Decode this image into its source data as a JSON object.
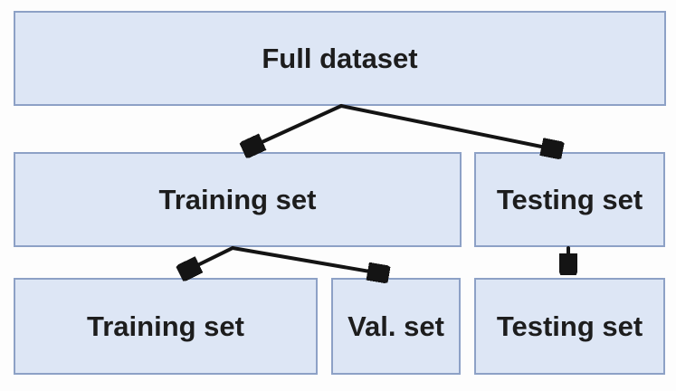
{
  "diagram": {
    "description": "Dataset split flow diagram",
    "colors": {
      "box_fill": "#dde6f5",
      "box_border": "#8da1c6",
      "arrow": "#141414",
      "text": "#1d1d1d",
      "background": "#fdfdfd"
    },
    "nodes": [
      {
        "id": "full-dataset",
        "label": "Full dataset"
      },
      {
        "id": "training-set-mid",
        "label": "Training set"
      },
      {
        "id": "testing-set-mid",
        "label": "Testing set"
      },
      {
        "id": "training-set-bottom",
        "label": "Training set"
      },
      {
        "id": "val-set-bottom",
        "label": "Val. set"
      },
      {
        "id": "testing-set-bottom",
        "label": "Testing set"
      }
    ],
    "edges": [
      {
        "from": "full-dataset",
        "to": "training-set-mid"
      },
      {
        "from": "full-dataset",
        "to": "testing-set-mid"
      },
      {
        "from": "training-set-mid",
        "to": "training-set-bottom"
      },
      {
        "from": "training-set-mid",
        "to": "val-set-bottom"
      },
      {
        "from": "testing-set-mid",
        "to": "testing-set-bottom"
      }
    ]
  }
}
